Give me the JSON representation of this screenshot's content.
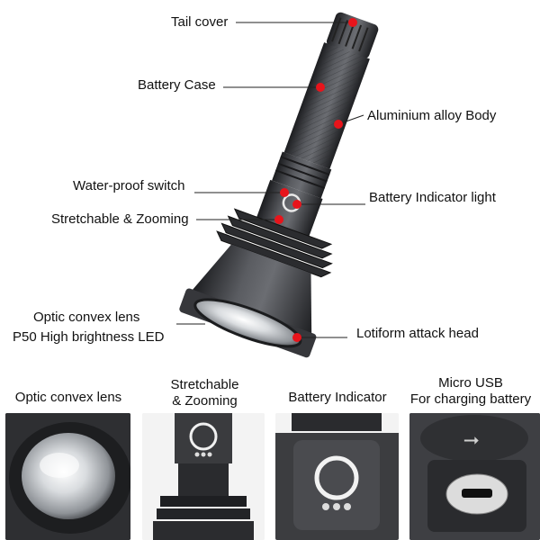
{
  "callouts": {
    "tail_cover": "Tail cover",
    "battery_case": "Battery Case",
    "aluminium_body": "Aluminium alloy Body",
    "waterproof_switch": "Water-proof switch",
    "battery_indicator_light": "Battery Indicator light",
    "stretchable_zooming": "Stretchable & Zooming",
    "optic_lens": "Optic convex lens",
    "led": "P50 High brightness LED",
    "attack_head": "Lotiform attack head"
  },
  "panels": [
    {
      "caption": "Optic convex lens"
    },
    {
      "caption_line1": "Stretchable",
      "caption_line2": "& Zooming"
    },
    {
      "caption": "Battery Indicator"
    },
    {
      "caption_line1": "Micro USB",
      "caption_line2": "For charging battery"
    }
  ],
  "colors": {
    "callout_dot": "#e8141b",
    "leader_line": "#222222",
    "body_dark": "#3a3b3e"
  }
}
